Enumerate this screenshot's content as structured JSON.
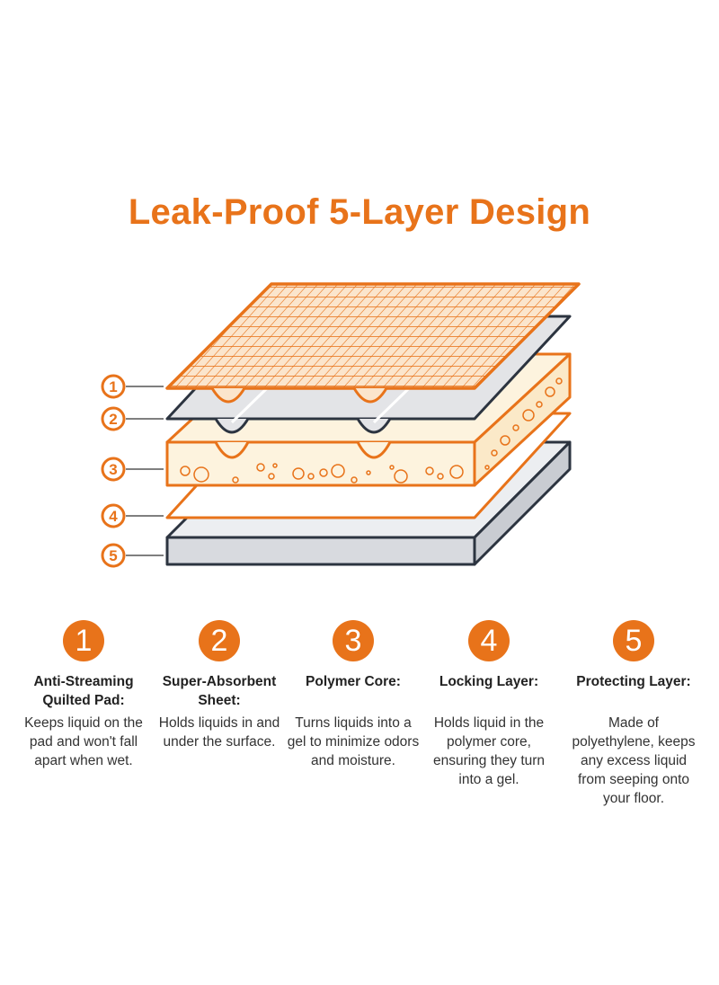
{
  "title": "Leak-Proof 5-Layer Design",
  "colors": {
    "accent": "#e8731a",
    "outline_dark": "#2c3440",
    "sheet_gray": "#e3e4e7",
    "core_fill": "#fdf3de"
  },
  "callouts": [
    "1",
    "2",
    "3",
    "4",
    "5"
  ],
  "layers": [
    {
      "number": "1",
      "name": "Anti-Streaming Quilted Pad:",
      "description": "Keeps liquid on the pad and won't fall apart when wet."
    },
    {
      "number": "2",
      "name": "Super-Absorbent Sheet:",
      "description": "Holds liquids in and under the surface."
    },
    {
      "number": "3",
      "name": "Polymer Core:",
      "description": "Turns liquids into a gel to minimize odors and moisture."
    },
    {
      "number": "4",
      "name": "Locking Layer:",
      "description": "Holds liquid in the polymer core, ensuring they turn into a gel."
    },
    {
      "number": "5",
      "name": "Protecting Layer:",
      "description": "Made of polyethylene, keeps any excess liquid from seeping onto your floor."
    }
  ]
}
